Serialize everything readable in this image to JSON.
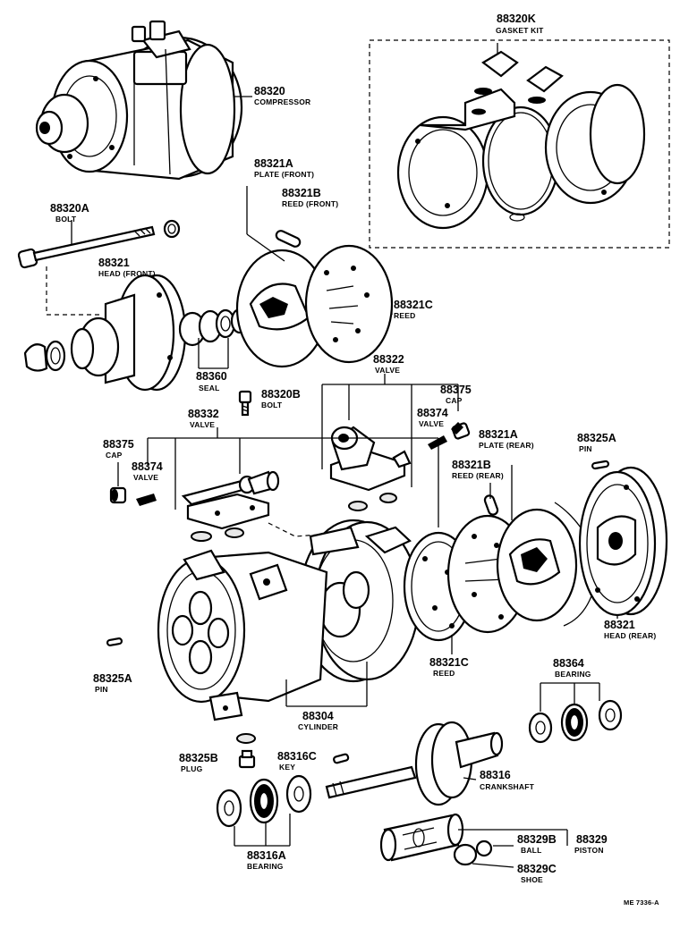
{
  "parts": [
    {
      "id": "compressor",
      "number": "88320",
      "name": "COMPRESSOR"
    },
    {
      "id": "gasket-kit",
      "number": "88320K",
      "name": "GASKET KIT"
    },
    {
      "id": "bolt-long",
      "number": "88320A",
      "name": "BOLT"
    },
    {
      "id": "plate-front",
      "number": "88321A",
      "name": "PLATE (FRONT)"
    },
    {
      "id": "reed-front",
      "number": "88321B",
      "name": "REED (FRONT)"
    },
    {
      "id": "head-front",
      "number": "88321",
      "name": "HEAD (FRONT)"
    },
    {
      "id": "reed",
      "number": "88321C",
      "name": "REED"
    },
    {
      "id": "seal",
      "number": "88360",
      "name": "SEAL"
    },
    {
      "id": "bolt-short",
      "number": "88320B",
      "name": "BOLT"
    },
    {
      "id": "valve-88322",
      "number": "88322",
      "name": "VALVE"
    },
    {
      "id": "cap-88375-right",
      "number": "88375",
      "name": "CAP"
    },
    {
      "id": "valve-88374-right",
      "number": "88374",
      "name": "VALVE"
    },
    {
      "id": "valve-88332",
      "number": "88332",
      "name": "VALVE"
    },
    {
      "id": "cap-88375-left",
      "number": "88375",
      "name": "CAP"
    },
    {
      "id": "valve-88374-left",
      "number": "88374",
      "name": "VALVE"
    },
    {
      "id": "plate-rear",
      "number": "88321A",
      "name": "PLATE (REAR)"
    },
    {
      "id": "reed-rear",
      "number": "88321B",
      "name": "REED (REAR)"
    },
    {
      "id": "pin-right",
      "number": "88325A",
      "name": "PIN"
    },
    {
      "id": "head-rear",
      "number": "88321",
      "name": "HEAD (REAR)"
    },
    {
      "id": "pin-left",
      "number": "88325A",
      "name": "PIN"
    },
    {
      "id": "reed-lower",
      "number": "88321C",
      "name": "REED"
    },
    {
      "id": "bearing-88364",
      "number": "88364",
      "name": "BEARING"
    },
    {
      "id": "cylinder",
      "number": "88304",
      "name": "CYLINDER"
    },
    {
      "id": "plug",
      "number": "88325B",
      "name": "PLUG"
    },
    {
      "id": "key",
      "number": "88316C",
      "name": "KEY"
    },
    {
      "id": "crankshaft",
      "number": "88316",
      "name": "CRANKSHAFT"
    },
    {
      "id": "bearing-88316A",
      "number": "88316A",
      "name": "BEARING"
    },
    {
      "id": "ball",
      "number": "88329B",
      "name": "BALL"
    },
    {
      "id": "piston",
      "number": "88329",
      "name": "PISTON"
    },
    {
      "id": "shoe",
      "number": "88329C",
      "name": "SHOE"
    }
  ],
  "footer_code": "ME 7336-A"
}
